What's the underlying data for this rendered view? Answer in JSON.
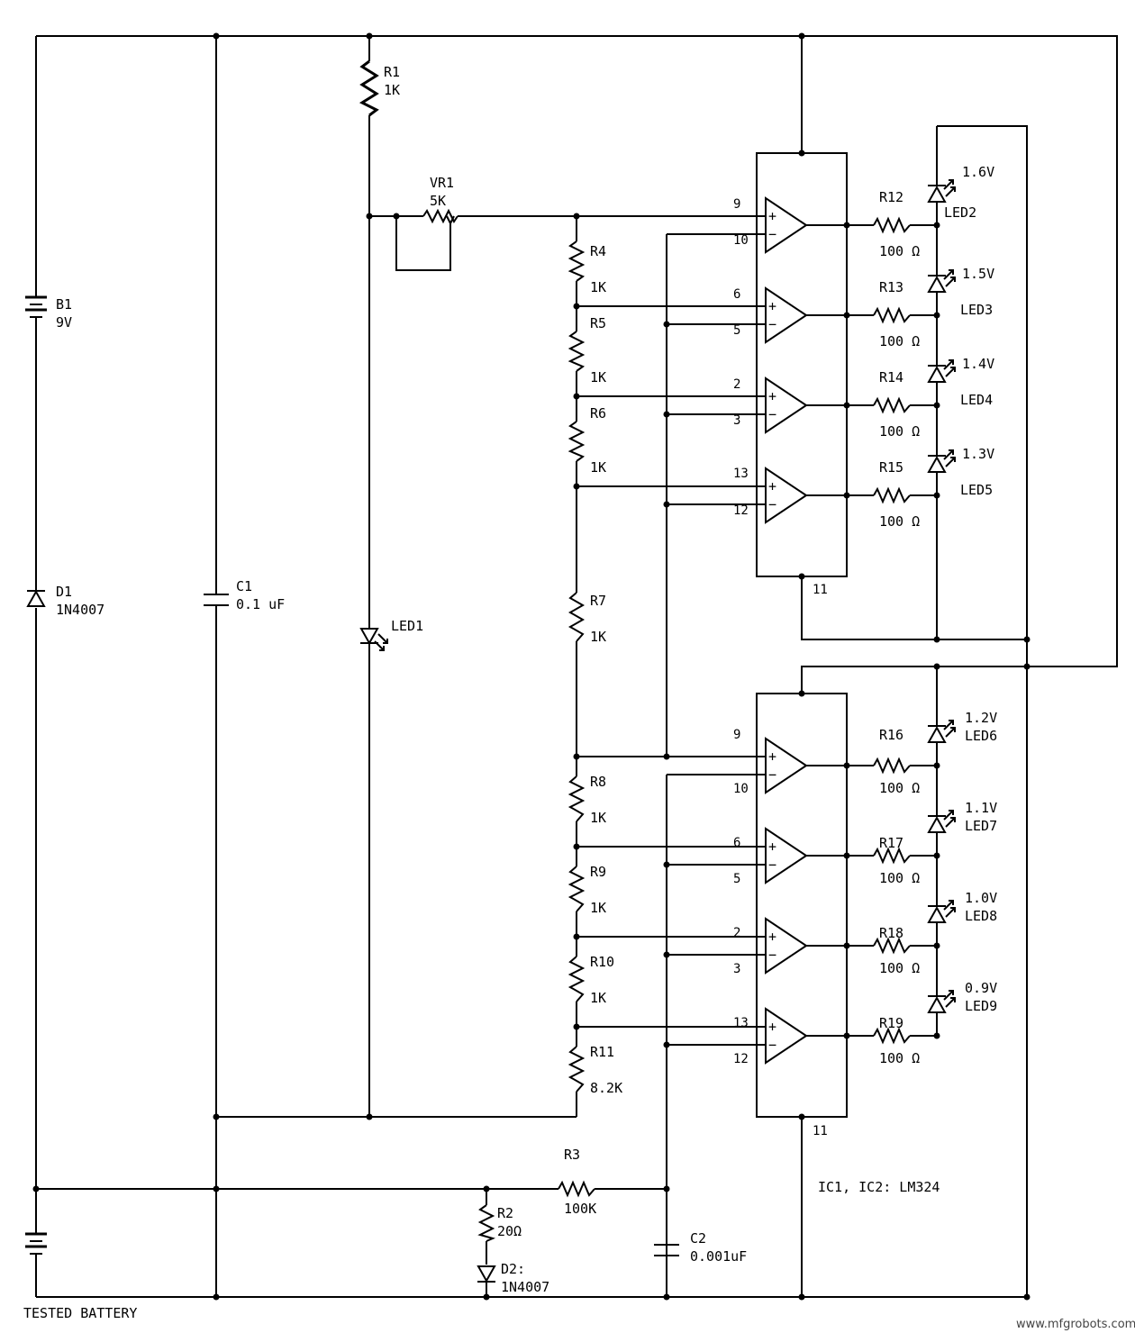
{
  "labels": {
    "b1": "B1",
    "b1v": "9V",
    "d1": "D1",
    "d1v": "1N4007",
    "c1": "C1",
    "c1v": "0.1 uF",
    "r1": "R1",
    "r1v": "1K",
    "vr1": "VR1",
    "vr1v": "5K",
    "led1": "LED1",
    "r4": "R4",
    "r4v": "1K",
    "r5": "R5",
    "r5v": "1K",
    "r6": "R6",
    "r6v": "1K",
    "r7": "R7",
    "r7v": "1K",
    "r8": "R8",
    "r8v": "1K",
    "r9": "R9",
    "r9v": "1K",
    "r10": "R10",
    "r10v": "1K",
    "r11": "R11",
    "r11v": "8.2K",
    "r12": "R12",
    "r12v": "100 Ω",
    "r13": "R13",
    "r13v": "100 Ω",
    "r14": "R14",
    "r14v": "100 Ω",
    "r15": "R15",
    "r15v": "100 Ω",
    "r16": "R16",
    "r16v": "100 Ω",
    "r17": "R17",
    "r17v": "100 Ω",
    "r18": "R18",
    "r18v": "100 Ω",
    "r19": "R19",
    "r19v": "100 Ω",
    "led2": "LED2",
    "led2v": "1.6V",
    "led3": "LED3",
    "led3v": "1.5V",
    "led4": "LED4",
    "led4v": "1.4V",
    "led5": "LED5",
    "led5v": "1.3V",
    "led6": "LED6",
    "led6v": "1.2V",
    "led7": "LED7",
    "led7v": "1.1V",
    "led8": "LED8",
    "led8v": "1.0V",
    "led9": "LED9",
    "led9v": "0.9V",
    "r3": "R3",
    "r3v": "100K",
    "r2": "R2",
    "r2v": "20Ω",
    "d2": "D2:",
    "d2v": "1N4007",
    "c2": "C2",
    "c2v": "0.001uF",
    "ic": "IC1, IC2: LM324",
    "tested": "TESTED BATTERY",
    "watermark": "www.mfgrobots.com"
  },
  "pins": {
    "a1p": "9",
    "a1n": "10",
    "a2p": "6",
    "a2n": "5",
    "a3p": "2",
    "a3n": "3",
    "a4p": "13",
    "a4n": "12",
    "ic1gnd": "11",
    "b1p": "9",
    "b1n": "10",
    "b2p": "6",
    "b2n": "5",
    "b3p": "2",
    "b3n": "3",
    "b4p": "13",
    "b4n": "12",
    "ic2gnd": "11"
  },
  "opamp_signs": {
    "plus": "+",
    "minus": "−"
  }
}
